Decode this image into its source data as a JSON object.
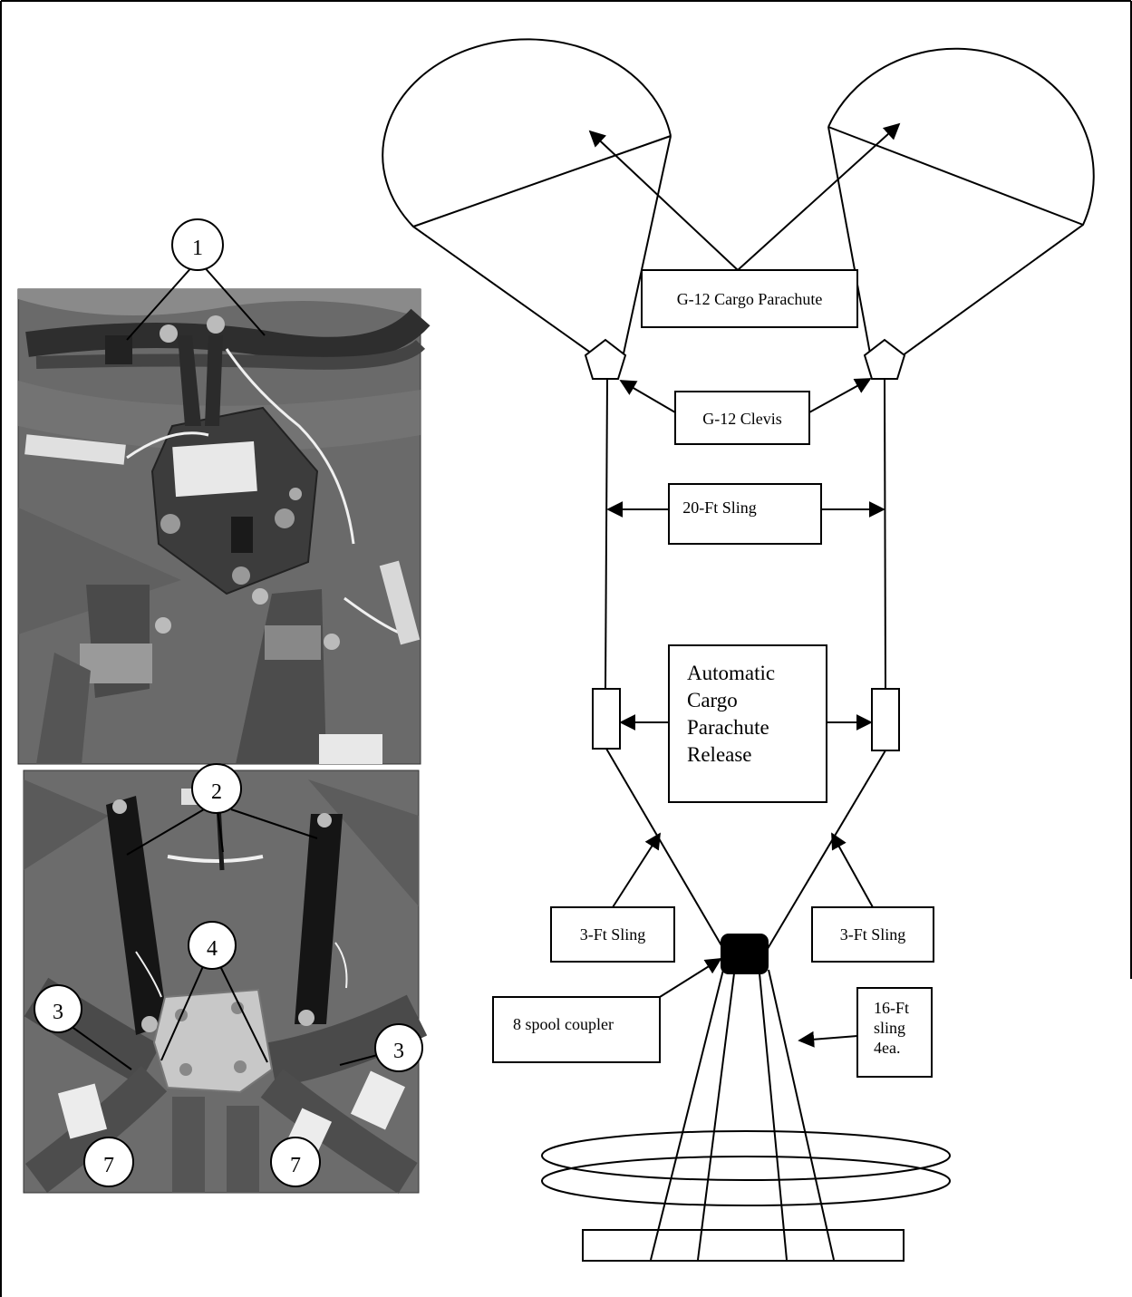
{
  "callouts_top": [
    "1"
  ],
  "callouts_bottom": [
    "2",
    "4",
    "3",
    "3",
    "7",
    "7"
  ],
  "labels": {
    "parachute": "G-12 Cargo Parachute",
    "clevis": "G-12 Clevis",
    "sling20": "20-Ft Sling",
    "release": [
      "Automatic",
      "Cargo",
      "Parachute",
      "Release"
    ],
    "sling3_left": "3-Ft Sling",
    "sling3_right": "3-Ft Sling",
    "coupler": "8 spool coupler",
    "sling16": [
      "16-Ft",
      "sling",
      "4ea."
    ]
  },
  "colors": {
    "line": "#000000",
    "photo_bg": "#6c6c6c",
    "strap": "#4a4a4a",
    "metal": "#2a2a2a",
    "tape": "#e8e8e8"
  }
}
